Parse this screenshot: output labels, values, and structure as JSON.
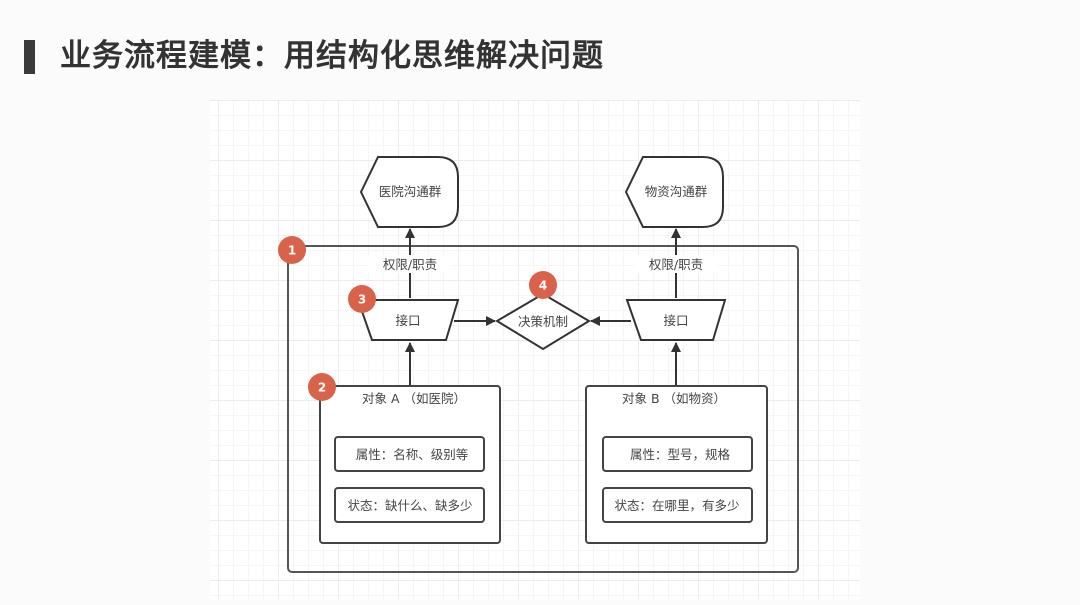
{
  "title": "业务流程建模：用结构化思维解决问题",
  "diagram": {
    "left_channel": "医院沟通群",
    "right_channel": "物资沟通群",
    "left_permission": "权限/职责",
    "right_permission": "权限/职责",
    "left_interface": "接口",
    "right_interface": "接口",
    "decision": "决策机制",
    "object_a": {
      "title": "对象 A （如医院）",
      "attribute": "属性：名称、级别等",
      "state": "状态：缺什么、缺多少"
    },
    "object_b": {
      "title": "对象 B （如物资）",
      "attribute": "属性：型号，规格",
      "state": "状态：在哪里，有多少"
    },
    "badges": [
      "1",
      "2",
      "3",
      "4"
    ],
    "colors": {
      "badge": "#d9634a",
      "stroke": "#333333",
      "text": "#444444"
    }
  }
}
